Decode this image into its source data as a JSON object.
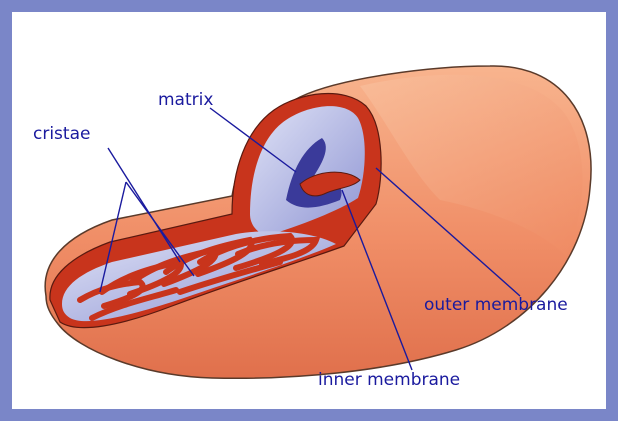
{
  "labels": {
    "matrix": "matrix",
    "cristae": "cristae",
    "outer_membrane": "outer membrane",
    "inner_membrane": "inner membrane"
  },
  "colors": {
    "frame": "#7a86c8",
    "outer_membrane": "#f0906a",
    "inner_membrane": "#c8341c",
    "matrix": "#9ea3d8",
    "label_text": "#1a1a9e",
    "leader_line": "#1a1a9e"
  }
}
